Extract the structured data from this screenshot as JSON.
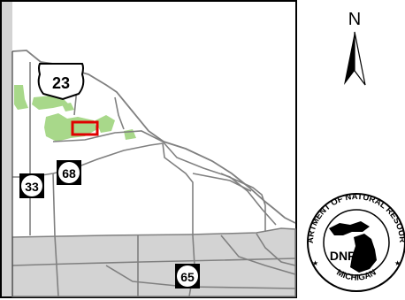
{
  "map": {
    "colors": {
      "land": "#ffffff",
      "neighbor_county": "#d3d3d3",
      "water": "#ffffff",
      "state_land": "#a8d88a",
      "roads": "#808080",
      "boundary": "#000000",
      "highlight": "#e00000"
    },
    "highways": [
      {
        "id": "us-23",
        "label": "23",
        "type": "us-route"
      },
      {
        "id": "m-68",
        "label": "68",
        "type": "state-route"
      },
      {
        "id": "m-33",
        "label": "33",
        "type": "state-route"
      },
      {
        "id": "m-65",
        "label": "65",
        "type": "state-route"
      }
    ],
    "north_arrow": {
      "label": "N"
    },
    "seal": {
      "top_text": "DEPARTMENT OF NATURAL RESOURCES",
      "bottom_text": "MICHIGAN",
      "center_text": "DNR"
    }
  }
}
